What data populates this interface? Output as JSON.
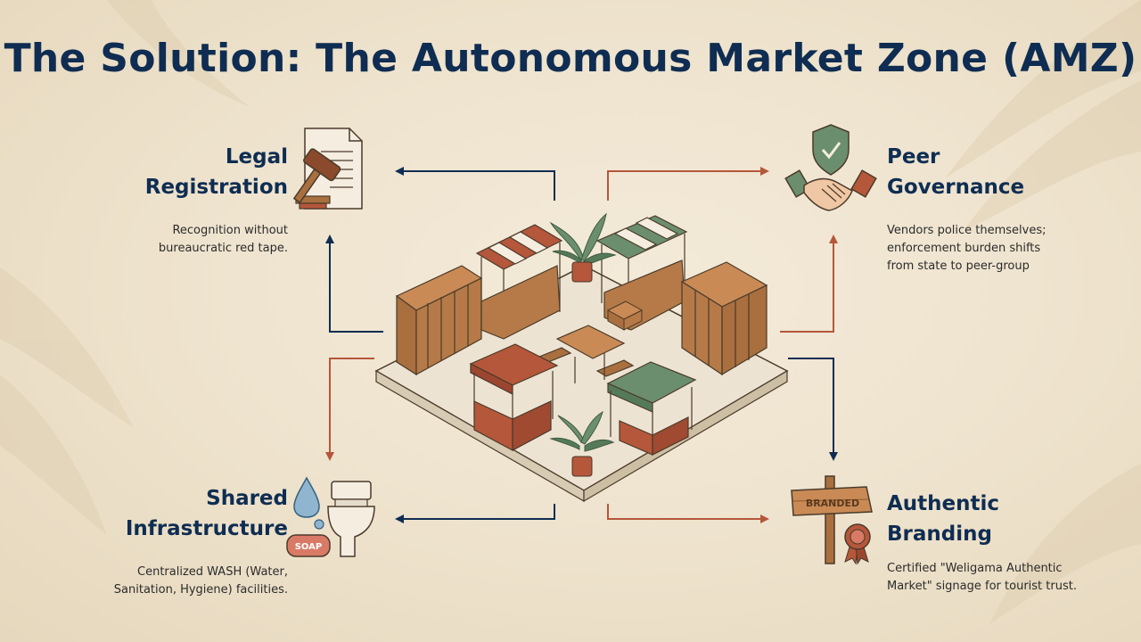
{
  "title": "The Solution: The Autonomous Market Zone (AMZ)",
  "colors": {
    "navy": "#0f2d52",
    "rust": "#b5573b",
    "green": "#6b8f6e",
    "wood": "#a96f3f",
    "background": "#efe4cf"
  },
  "pillars": {
    "legal": {
      "heading_line1": "Legal",
      "heading_line2": "Registration",
      "desc_line1": "Recognition without",
      "desc_line2": "bureaucratic red tape.",
      "icon": "gavel-document-icon"
    },
    "peer": {
      "heading_line1": "Peer",
      "heading_line2": "Governance",
      "desc_line1": "Vendors police themselves;",
      "desc_line2": "enforcement burden shifts",
      "desc_line3": "from state to peer-group",
      "icon": "handshake-shield-icon"
    },
    "shared": {
      "heading_line1": "Shared",
      "heading_line2": "Infrastructure",
      "desc_line1": "Centralized WASH (Water,",
      "desc_line2": "Sanitation, Hygiene) facilities.",
      "icon": "toilet-water-soap-icon",
      "soap_label": "SOAP"
    },
    "branding": {
      "heading_line1": "Authentic",
      "heading_line2": "Branding",
      "desc_line1": "Certified \"Weligama Authentic",
      "desc_line2": "Market\" signage for tourist trust.",
      "icon": "signpost-badge-icon",
      "sign_label": "BRANDED"
    }
  }
}
